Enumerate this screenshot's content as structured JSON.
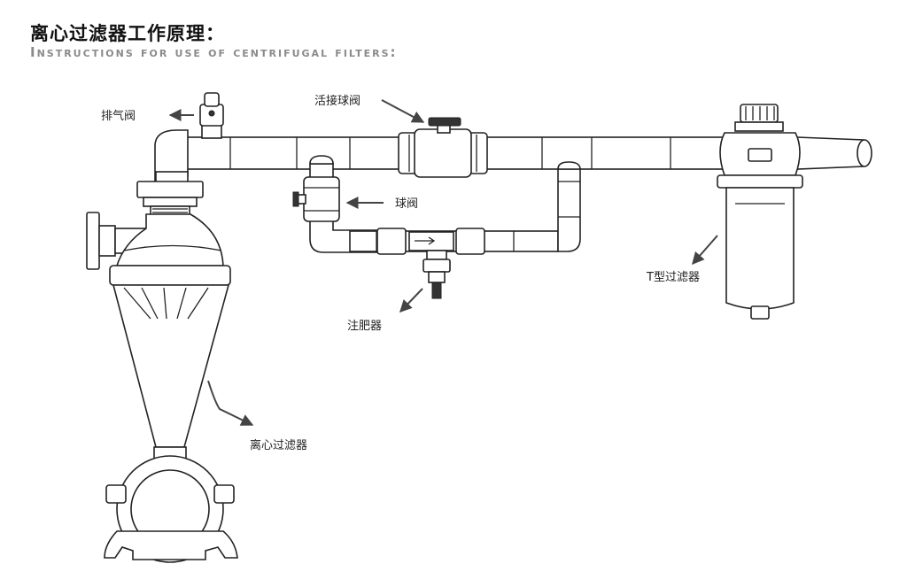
{
  "header": {
    "title_cn": "离心过滤器工作原理：",
    "title_en": "Instructions for use of centrifugal filters:"
  },
  "labels": {
    "air_valve": "排气阀",
    "union_ball_valve": "活接球阀",
    "ball_valve": "球阀",
    "fertilizer_injector": "注肥器",
    "t_filter": "T型过滤器",
    "centrifugal_filter": "离心过滤器"
  }
}
